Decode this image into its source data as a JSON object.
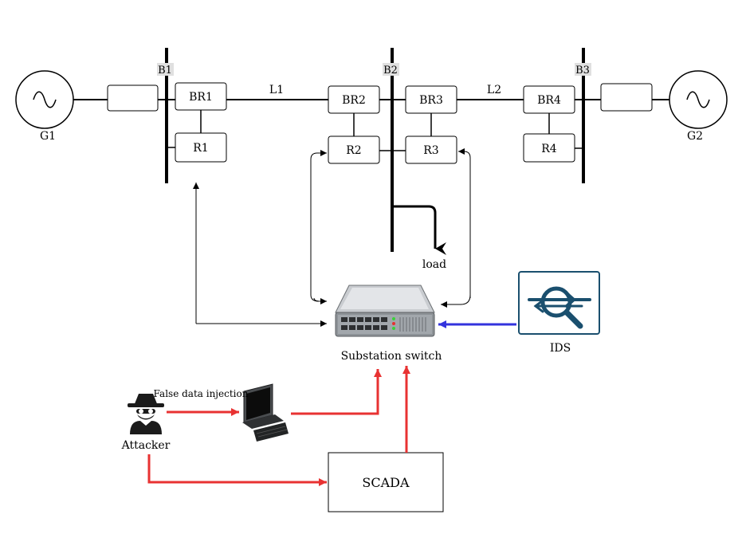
{
  "generators": {
    "g1": "G1",
    "g2": "G2"
  },
  "buses": {
    "b1": "B1",
    "b2": "B2",
    "b3": "B3"
  },
  "lines": {
    "l1": "L1",
    "l2": "L2"
  },
  "breakers": {
    "br1": "BR1",
    "br2": "BR2",
    "br3": "BR3",
    "br4": "BR4"
  },
  "relays": {
    "r1": "R1",
    "r2": "R2",
    "r3": "R3",
    "r4": "R4"
  },
  "load_label": "load",
  "switch_label": "Substation switch",
  "ids_label": "IDS",
  "attacker_label": "Attacker",
  "fdi_label": "False data injection",
  "scada_label": "SCADA",
  "colors": {
    "attack_arrow": "#e83232",
    "ids_arrow": "#3333dd",
    "ids_border": "#1a4f6e",
    "bus_tag_bg": "#e0e0e0"
  }
}
